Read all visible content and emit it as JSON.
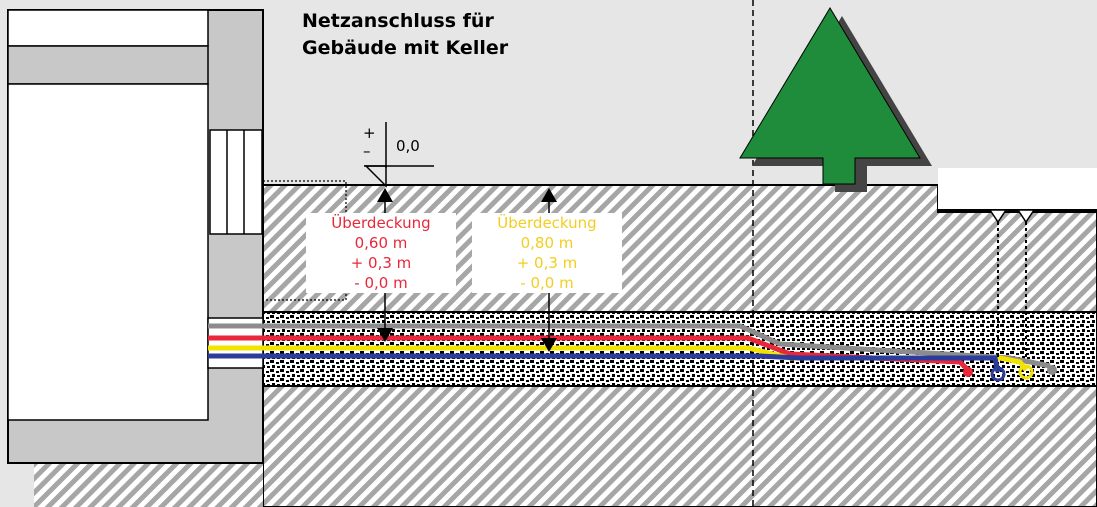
{
  "title": {
    "line1": "Netzanschluss für",
    "line2": "Gebäude mit Keller"
  },
  "level_marker": {
    "plus": "+",
    "minus": "–",
    "value": "0,0"
  },
  "cover_red": {
    "label": "Überdeckung",
    "depth": "0,60 m",
    "tol_plus": "+ 0,3 m",
    "tol_minus": "- 0,0 m",
    "color": "#e8283a"
  },
  "cover_yellow": {
    "label": "Überdeckung",
    "depth": "0,80 m",
    "tol_plus": "+ 0,3 m",
    "tol_minus": "- 0,0 m",
    "color": "#f3cd1f"
  },
  "cable_colors": {
    "grey": "#8c8c8c",
    "red": "#e8283a",
    "yellow": "#f3e300",
    "blue": "#2b3c9b"
  },
  "colors": {
    "sky": "#e6e6e6",
    "wall": "#c8c8c8",
    "tree": "#1e8c3a"
  }
}
